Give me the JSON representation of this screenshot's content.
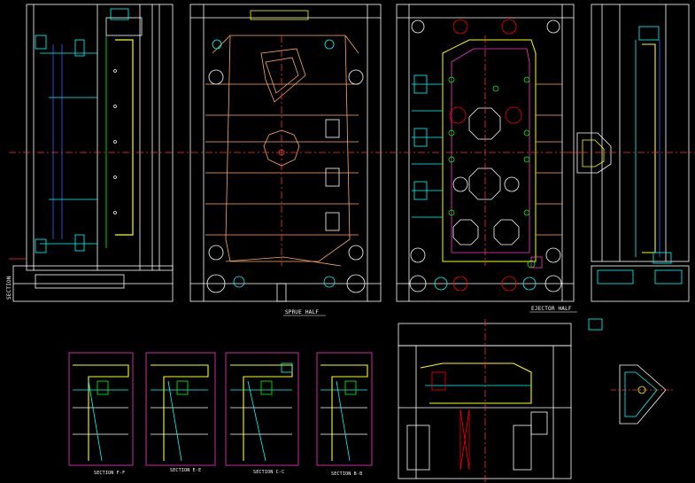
{
  "drawing": {
    "background": "#000000",
    "colors": {
      "outline": "#ffffff",
      "cyan": "#00ffff",
      "yellow": "#ffff00",
      "red": "#ff0000",
      "orange": "#ffaa66",
      "green": "#00ff00",
      "blue": "#3366ff",
      "magenta": "#ff33cc",
      "center_line": "#ff3333"
    }
  },
  "labels": {
    "sprue_half": "SPRUE HALF",
    "ejector_half": "EJECTOR HALF",
    "section_side": "SECTION",
    "section_ff": "SECTION F-F",
    "section_ee": "SECTION E-E",
    "section_cc": "SECTION C-C",
    "section_bb": "SECTION B-B"
  }
}
